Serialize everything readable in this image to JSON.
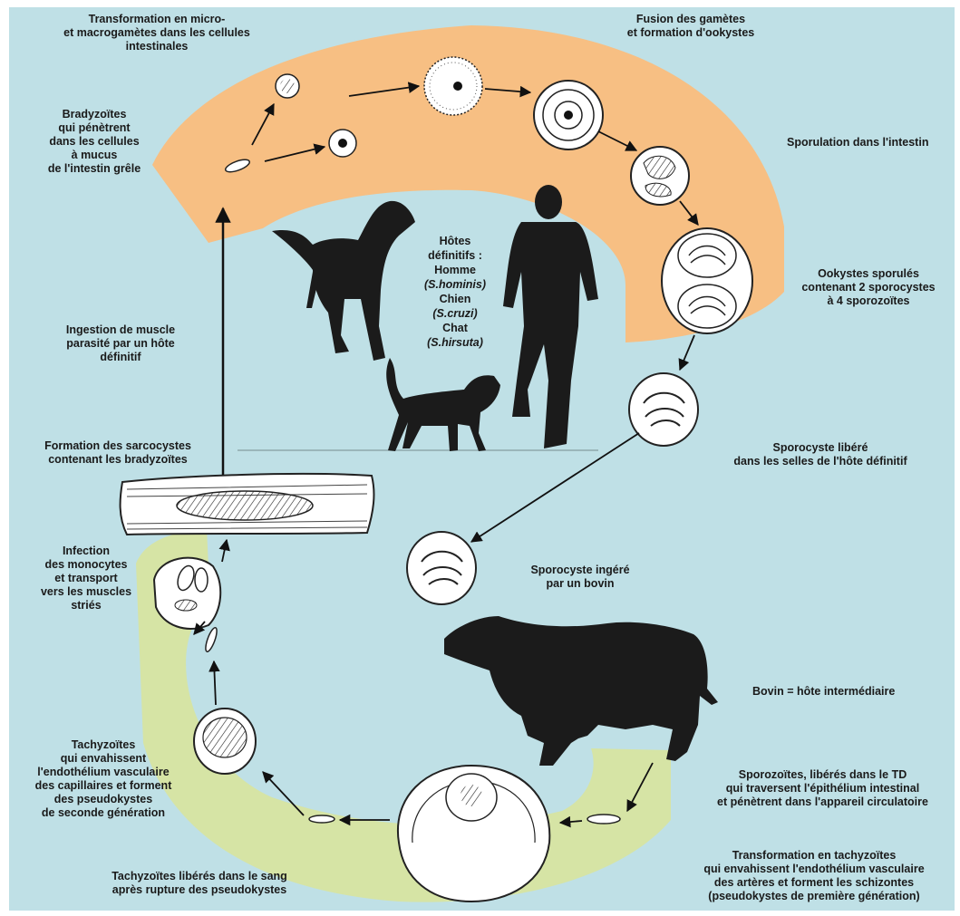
{
  "colors": {
    "background": "#bfe0e6",
    "definitive_band": "#f7bf83",
    "intermediate_band": "#d6e4a5",
    "silhouette": "#1b1b1b"
  },
  "labels": {
    "micro_macrogametes": "Transformation en micro-\net macrogamètes dans les cellules\nintestinales",
    "gamete_fusion": "Fusion des gamètes\net formation d'ookystes",
    "bradyzoites_enter": "Bradyzoïtes\nqui pénètrent\ndans les cellules\nà mucus\nde l'intestin grêle",
    "sporulation": "Sporulation dans l'intestin",
    "definitive_hosts_title": "Hôtes\ndéfinitifs :",
    "host_human": "Homme",
    "host_human_species": "(S.hominis)",
    "host_dog": "Chien",
    "host_dog_species": "(S.cruzi)",
    "host_cat": "Chat",
    "host_cat_species": "(S.hirsuta)",
    "sporulated_oocysts": "Ookystes sporulés\ncontenant 2 sporocystes\nà 4 sporozoïtes",
    "muscle_ingestion": "Ingestion de muscle\nparasité par un hôte\ndéfinitif",
    "sporocyst_released": "Sporocyste libéré\ndans les selles de l'hôte définitif",
    "sarcocyst_formation": "Formation des sarcocystes\ncontenant les bradyzoïtes",
    "monocyte_infection": "Infection\ndes monocytes\net transport\nvers les muscles\nstriés",
    "sporocyst_ingested": "Sporocyste ingéré\npar un bovin",
    "intermediate_host": "Bovin = hôte intermédiaire",
    "tachyzoites_second_gen": "Tachyzoïtes\nqui envahissent\nl'endothélium vasculaire\ndes capillaires et forment\ndes pseudokystes\nde seconde génération",
    "sporozoites_released": "Sporozoïtes, libérés dans le TD\nqui traversent l'épithélium intestinal\net pénètrent dans l'appareil circulatoire",
    "tachyzoites_transformation": "Transformation en tachyzoïtes\nqui envahissent l'endothélium vasculaire\ndes artères et forment les schizontes\n(pseudokystes de première génération)",
    "tachyzoites_blood": "Tachyzoïtes libérés dans le sang\naprès rupture des pseudokystes"
  }
}
